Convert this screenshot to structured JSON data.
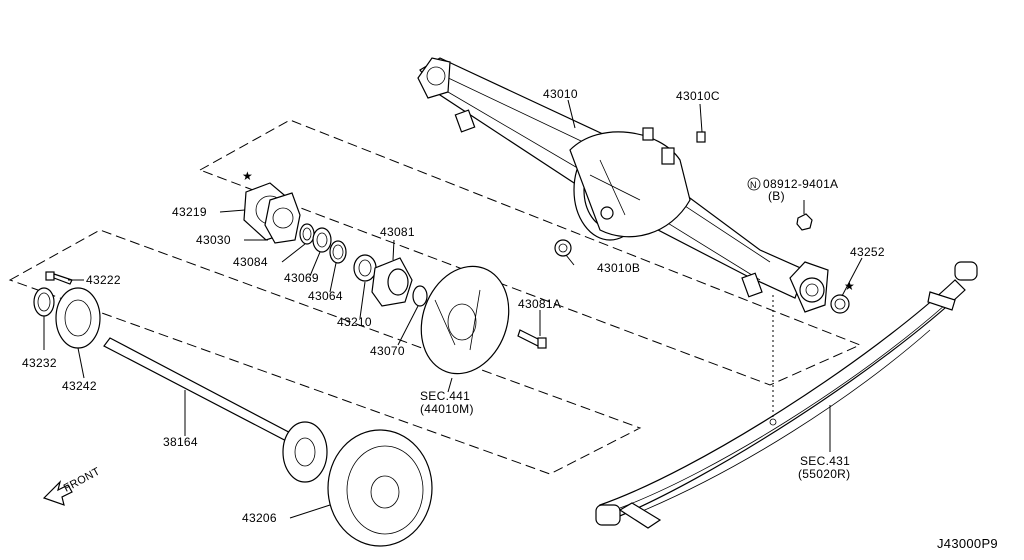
{
  "diagram_id": "J43000P9",
  "front_label": "FRONT",
  "star_mark": "★",
  "callouts": [
    {
      "id": "c43010",
      "label": "43010"
    },
    {
      "id": "c43010c",
      "label": "43010C"
    },
    {
      "id": "c08912",
      "label": "08912-9401A"
    },
    {
      "id": "c08912b",
      "label": "(B)"
    },
    {
      "id": "c43252",
      "label": "43252"
    },
    {
      "id": "c43010b",
      "label": "43010B"
    },
    {
      "id": "c43219",
      "label": "43219"
    },
    {
      "id": "c43030",
      "label": "43030"
    },
    {
      "id": "c43084",
      "label": "43084"
    },
    {
      "id": "c43069",
      "label": "43069"
    },
    {
      "id": "c43064",
      "label": "43064"
    },
    {
      "id": "c43081",
      "label": "43081"
    },
    {
      "id": "c43210",
      "label": "43210"
    },
    {
      "id": "c43070",
      "label": "43070"
    },
    {
      "id": "c43081a",
      "label": "43081A"
    },
    {
      "id": "c43222",
      "label": "43222"
    },
    {
      "id": "c43232",
      "label": "43232"
    },
    {
      "id": "c43242",
      "label": "43242"
    },
    {
      "id": "c38164",
      "label": "38164"
    },
    {
      "id": "c43206",
      "label": "43206"
    },
    {
      "id": "sec441",
      "label": "SEC.441"
    },
    {
      "id": "sec441b",
      "label": "(44010M)"
    },
    {
      "id": "sec431",
      "label": "SEC.431"
    },
    {
      "id": "sec431b",
      "label": "(55020R)"
    }
  ]
}
